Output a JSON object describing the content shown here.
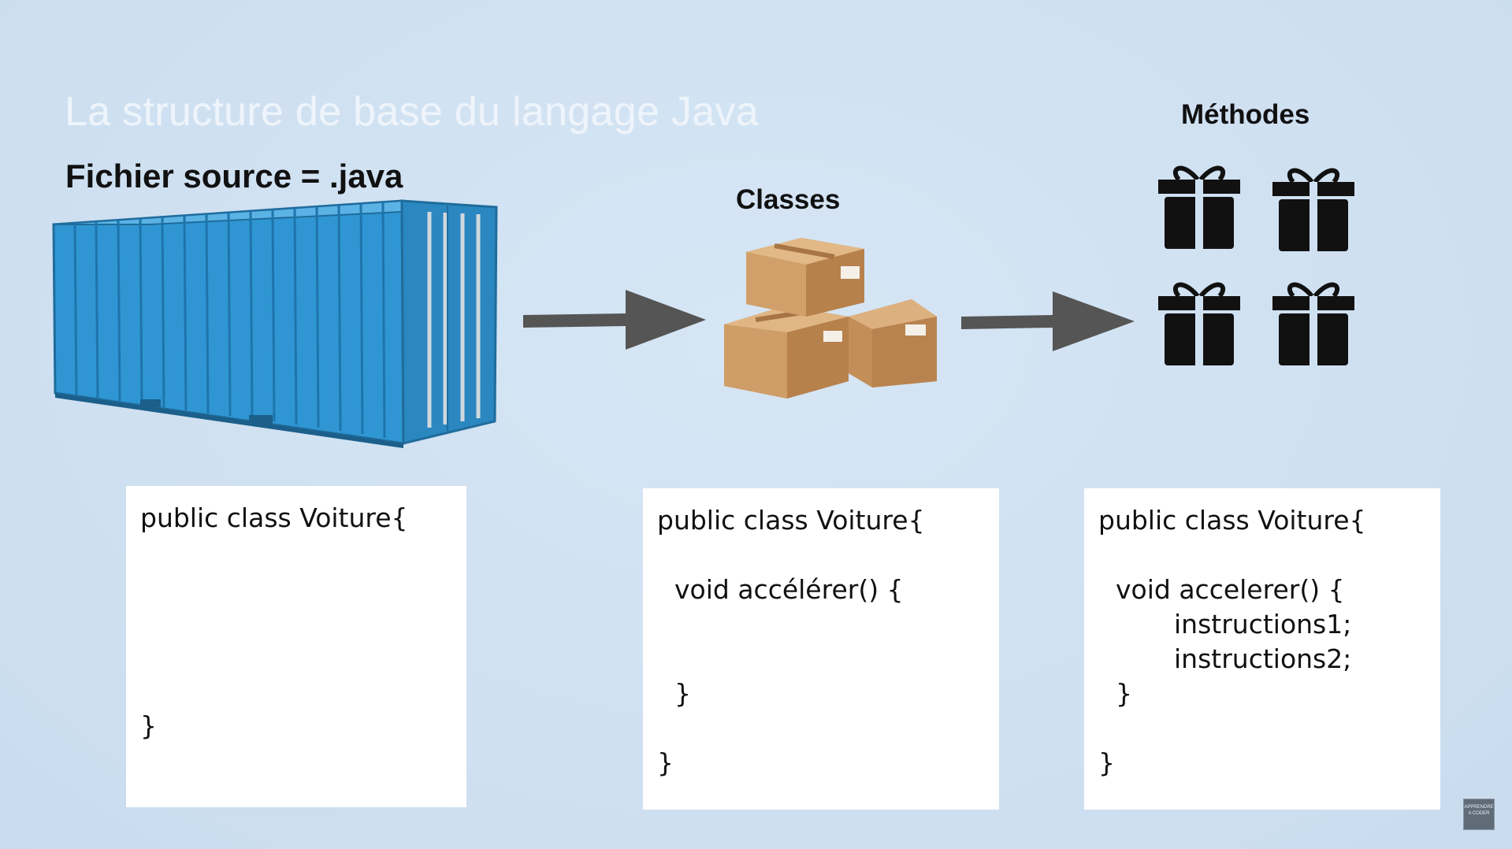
{
  "title": "La structure de base du langage Java",
  "labels": {
    "source_file": "Fichier source = .java",
    "classes": "Classes",
    "methods": "Méthodes"
  },
  "icons": {
    "container": "shipping-container-icon",
    "boxes": "cardboard-boxes-icon",
    "gift": "gift-icon",
    "arrow": "arrow-right-icon"
  },
  "colors": {
    "background": "#cfe0f1",
    "container": "#2f96d3",
    "box": "#c9965f",
    "arrow": "#555555",
    "gift": "#111111"
  },
  "code_panels": [
    {
      "lines": [
        "public class Voiture{",
        "}"
      ]
    },
    {
      "lines": [
        "public class Voiture{",
        "void accélérer() {",
        "}",
        "}"
      ]
    },
    {
      "lines": [
        "public class Voiture{",
        "void accelerer() {",
        "instructions1;",
        "instructions2;",
        "}",
        "}"
      ]
    }
  ],
  "logo": {
    "text": "APPRENDRE A CODER"
  }
}
